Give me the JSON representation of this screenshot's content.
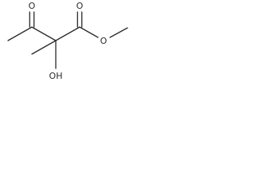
{
  "molecule": {
    "atoms": {
      "ketone_oxygen": "O",
      "ester_carbonyl_oxygen": "O",
      "ester_ether_oxygen": "O",
      "hydroxyl": "OH"
    }
  },
  "colors": {
    "bond": "#2a2a2a",
    "background": "#ffffff"
  }
}
